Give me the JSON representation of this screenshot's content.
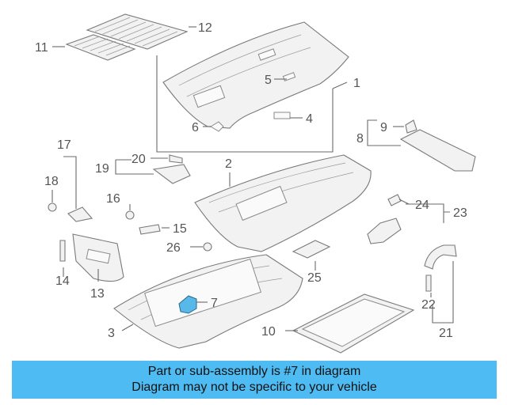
{
  "callouts": {
    "c1": "1",
    "c2": "2",
    "c3": "3",
    "c4": "4",
    "c5": "5",
    "c6": "6",
    "c7": "7",
    "c8": "8",
    "c9": "9",
    "c10": "10",
    "c11": "11",
    "c12": "12",
    "c13": "13",
    "c14": "14",
    "c15": "15",
    "c16": "16",
    "c17": "17",
    "c18": "18",
    "c19": "19",
    "c20": "20",
    "c21": "21",
    "c22": "22",
    "c23": "23",
    "c24": "24",
    "c25": "25",
    "c26": "26"
  },
  "banner": {
    "line1": "Part or sub-assembly is #7 in diagram",
    "line2": "Diagram may not be specific to your vehicle"
  },
  "colors": {
    "banner_bg": "#4ebcf2",
    "highlight": "#58b8e8"
  }
}
